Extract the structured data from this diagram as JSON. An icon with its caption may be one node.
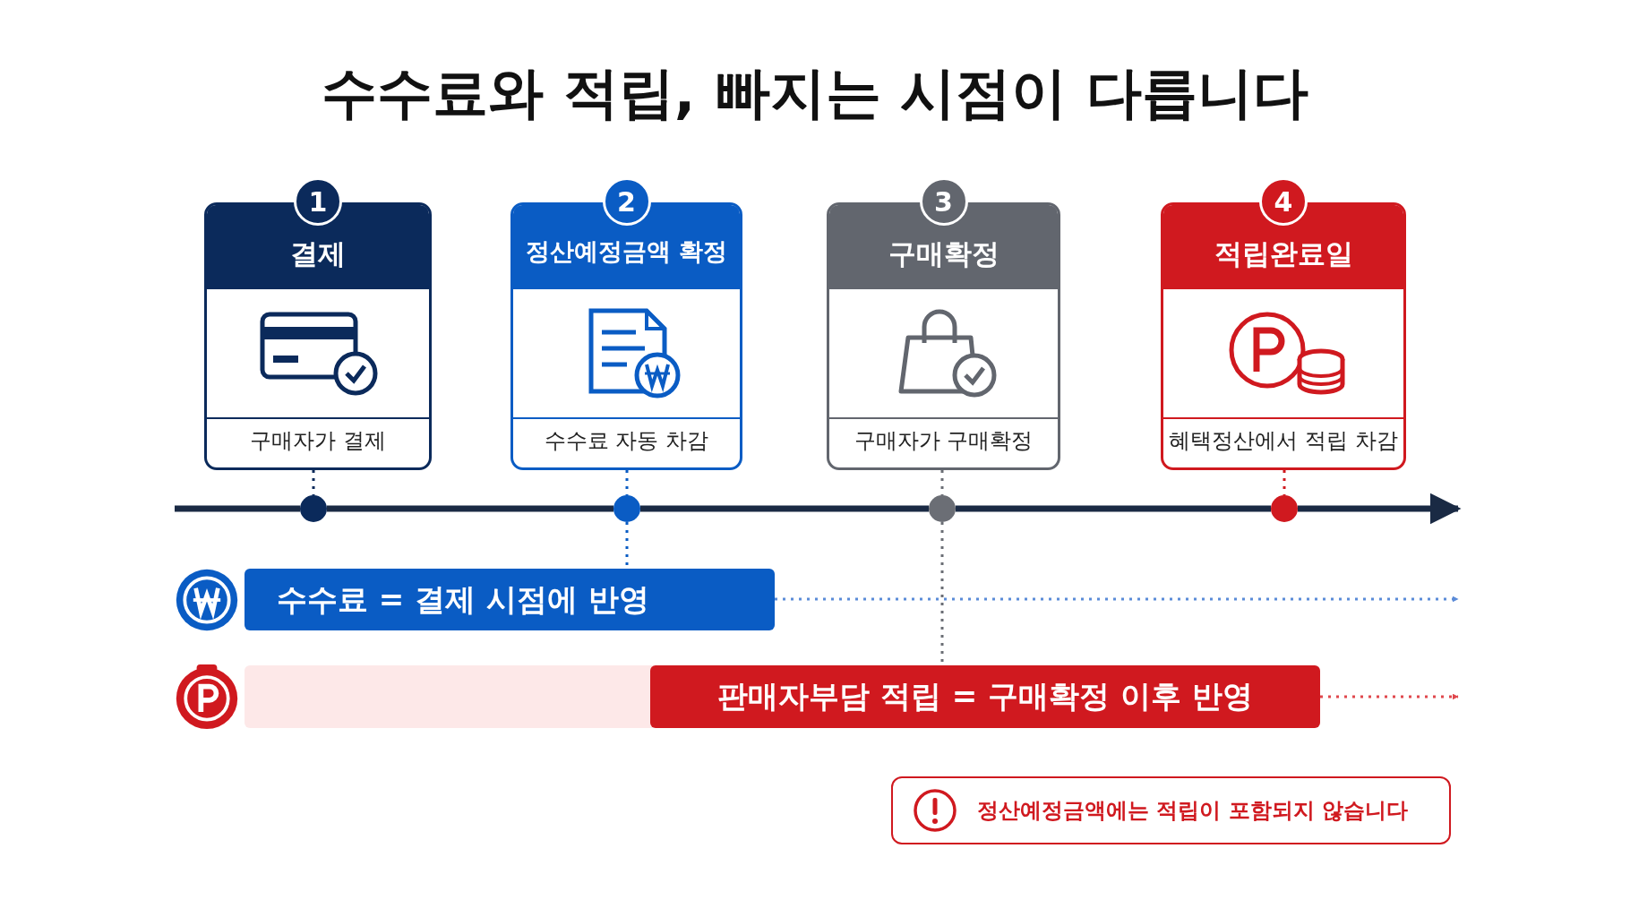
{
  "diagram": {
    "title": "수수료와 적립, 빠지는 시점이 다릅니다",
    "nodes": [
      {
        "text": [
          "1",
          "결제",
          "구매자가 결제"
        ]
      },
      {
        "text": [
          "2",
          "정산예정금액 확정",
          "수수료 자동 차감"
        ]
      },
      {
        "text": [
          "3",
          "구매확정",
          "구매자가 구매확정"
        ]
      },
      {
        "text": [
          "4",
          "적립완료일",
          "혜택정산에서 적립 차감"
        ]
      },
      {
        "text": [],
        "shape": "circle"
      },
      {
        "text": [],
        "shape": "circle"
      },
      {
        "text": [],
        "shape": "circle"
      },
      {
        "text": [],
        "shape": "circle"
      },
      {
        "text": [
          "수수료 = 결제 시점에 반영"
        ]
      },
      {
        "text": [
          "판매자부담 적립 = 구매확정 이후 반영"
        ]
      },
      {
        "text": [
          "정산예정금액에는 적립이 포함되지 않습니다"
        ]
      }
    ],
    "edges": [
      {
        "from": 0,
        "to": 4,
        "arrow": "none",
        "style": "dashed",
        "color": "#0b2a5b"
      },
      {
        "from": 1,
        "to": 5,
        "arrow": "none",
        "style": "dashed",
        "color": "#0a5cc4"
      },
      {
        "from": 2,
        "to": 6,
        "arrow": "none",
        "style": "dashed",
        "color": "#6b6e75"
      },
      {
        "from": 3,
        "to": 7,
        "arrow": "none",
        "style": "dashed",
        "color": "#d0191f"
      },
      {
        "from": null,
        "to": 4,
        "arrow": "none",
        "style": "thick",
        "color": "#1a2a44"
      },
      {
        "from": 4,
        "to": 5,
        "arrow": "none",
        "style": "thick",
        "color": "#1a2a44"
      },
      {
        "from": 5,
        "to": 6,
        "arrow": "none",
        "style": "thick",
        "color": "#1a2a44"
      },
      {
        "from": 6,
        "to": 7,
        "arrow": "none",
        "style": "thick",
        "color": "#1a2a44"
      },
      {
        "from": 7,
        "to": null,
        "arrow": "to",
        "style": "thick",
        "color": "#1a2a44"
      },
      {
        "from": 5,
        "to": 8,
        "arrow": "none",
        "style": "dashed",
        "color": "#0a5cc4"
      },
      {
        "from": 6,
        "to": 9,
        "arrow": "none",
        "style": "dashed",
        "color": "#6b6e75"
      },
      {
        "from": 8,
        "to": null,
        "arrow": "to",
        "style": "dashed",
        "color": "#5b8bd8"
      },
      {
        "from": 9,
        "to": null,
        "arrow": "to",
        "style": "dashed",
        "color": "#e0484d"
      }
    ]
  }
}
